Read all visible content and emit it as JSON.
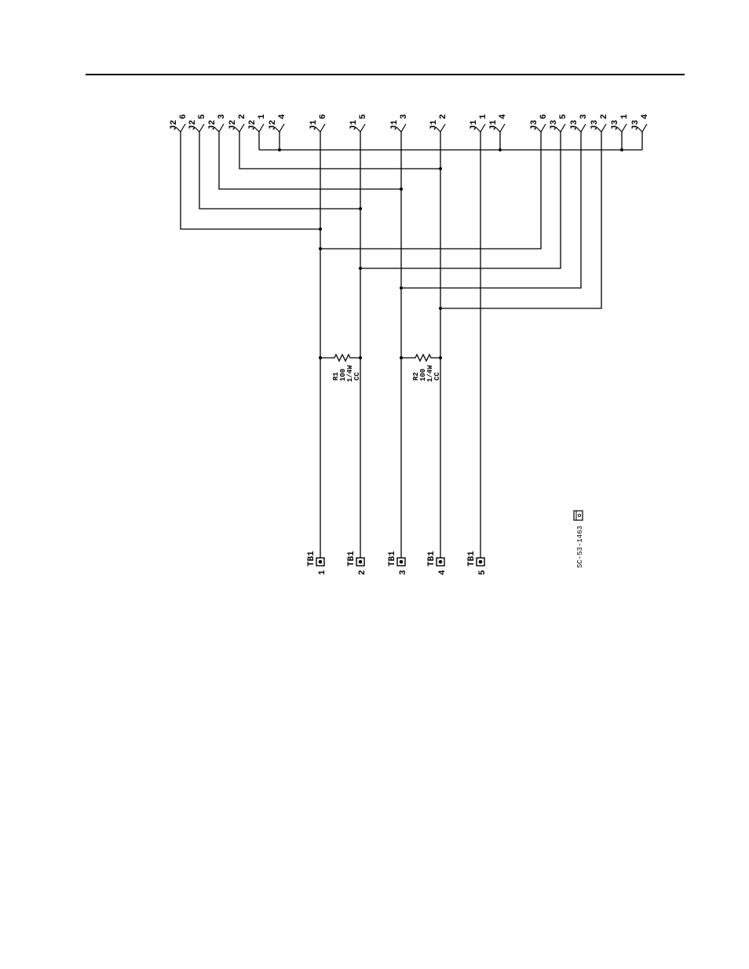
{
  "connectors": [
    {
      "id": "J2",
      "pin": "6"
    },
    {
      "id": "J2",
      "pin": "5"
    },
    {
      "id": "J2",
      "pin": "3"
    },
    {
      "id": "J2",
      "pin": "2"
    },
    {
      "id": "J2",
      "pin": "1"
    },
    {
      "id": "J2",
      "pin": "4"
    },
    {
      "id": "J1",
      "pin": "6"
    },
    {
      "id": "J1",
      "pin": "5"
    },
    {
      "id": "J1",
      "pin": "3"
    },
    {
      "id": "J1",
      "pin": "2"
    },
    {
      "id": "J1",
      "pin": "1"
    },
    {
      "id": "J1",
      "pin": "4"
    },
    {
      "id": "J3",
      "pin": "6"
    },
    {
      "id": "J3",
      "pin": "5"
    },
    {
      "id": "J3",
      "pin": "3"
    },
    {
      "id": "J3",
      "pin": "2"
    },
    {
      "id": "J3",
      "pin": "1"
    },
    {
      "id": "J3",
      "pin": "4"
    }
  ],
  "resistors": [
    {
      "ref": "R1",
      "value": "100",
      "rating": "1/4W",
      "type": "CC"
    },
    {
      "ref": "R2",
      "value": "100",
      "rating": "1/4W",
      "type": "CC"
    }
  ],
  "terminals": [
    {
      "ref": "TB1",
      "num": "1"
    },
    {
      "ref": "TB1",
      "num": "2"
    },
    {
      "ref": "TB1",
      "num": "3"
    },
    {
      "ref": "TB1",
      "num": "4"
    },
    {
      "ref": "TB1",
      "num": "5"
    }
  ],
  "figure_id": "SC-53-1463"
}
